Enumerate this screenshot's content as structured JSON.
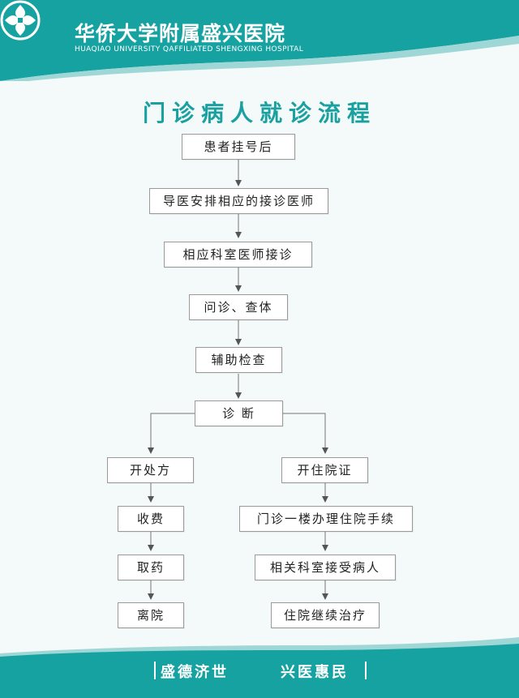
{
  "header": {
    "hospital_name_cn": "华侨大学附属盛兴医院",
    "hospital_name_en": "HUAQIAO UNIVERSITY QAFFILIATED SHENGXING HOSPITAL",
    "logo": "clover-cross-logo"
  },
  "title": "门诊病人就诊流程",
  "steps": {
    "s1": "患者挂号后",
    "s2": "导医安排相应的接诊医师",
    "s3": "相应科室医师接诊",
    "s4": "问诊、查体",
    "s5": "辅助检查",
    "s6": "诊 断",
    "left": [
      "开处方",
      "收费",
      "取药",
      "离院"
    ],
    "right": [
      "开住院证",
      "门诊一楼办理住院手续",
      "相关科室接受病人",
      "住院继续治疗"
    ]
  },
  "footer": {
    "slogan_left": "盛德济世",
    "slogan_right": "兴医惠民"
  },
  "colors": {
    "teal": "#19a0a0",
    "box_border": "#9a9a9a",
    "arrow": "#555555"
  }
}
